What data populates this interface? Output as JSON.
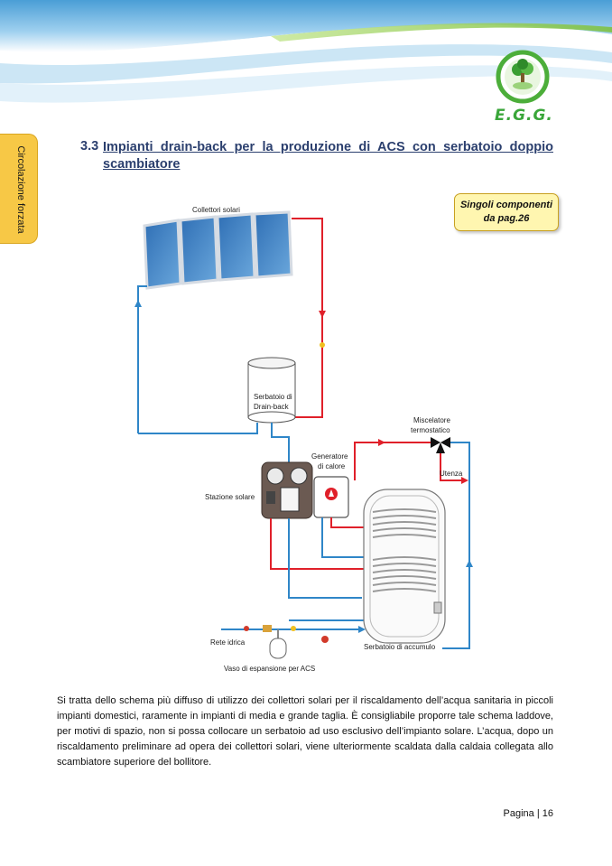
{
  "page": {
    "logo_text": "E.G.G.",
    "side_tab": "Circolazione forzata",
    "section_number": "3.3",
    "section_title": "Impianti drain-back per la produzione di ACS con serbatoio doppio scambiatore",
    "callout": {
      "line1": "Singoli componenti",
      "line2": "da pag.26"
    },
    "paragraph": "Si tratta dello schema più diffuso di utilizzo dei collettori solari per il riscaldamento dell’acqua sanitaria in piccoli impianti domestici, raramente in impianti di media e grande taglia. È consigliabile proporre tale schema laddove, per motivi di spazio, non si possa collocare un serbatoio ad uso esclusivo dell’impianto solare. L’acqua, dopo un riscaldamento preliminare ad opera dei collettori solari, viene ulteriormente scaldata dalla caldaia collegata allo scambiatore superiore del bollitore.",
    "footer": "Pagina | 16"
  },
  "diagram": {
    "collettori": "Collettori solari",
    "serbatoio_db_1": "Serbatoio di",
    "serbatoio_db_2": "Drain-back",
    "miscelatore_1": "Miscelatore",
    "miscelatore_2": "termostatico",
    "generatore_1": "Generatore",
    "generatore_2": "di calore",
    "utenza": "Utenza",
    "stazione": "Stazione solare",
    "rete": "Rete idrica",
    "accumulo": "Serbatoio di accumulo",
    "vaso": "Vaso di espansione per ACS"
  },
  "colors": {
    "hot": "#e0202a",
    "cold": "#2f86c8",
    "title": "#2b3f6e",
    "tab": "#f7c846",
    "logo_green": "#3aa63a",
    "callout_bg": "#fff6b0"
  },
  "icons": [
    "egg-logo-icon",
    "solar-panel-icon",
    "drain-back-tank-icon",
    "solar-station-icon",
    "boiler-icon",
    "storage-tank-icon",
    "mixing-valve-icon",
    "expansion-vessel-icon"
  ]
}
